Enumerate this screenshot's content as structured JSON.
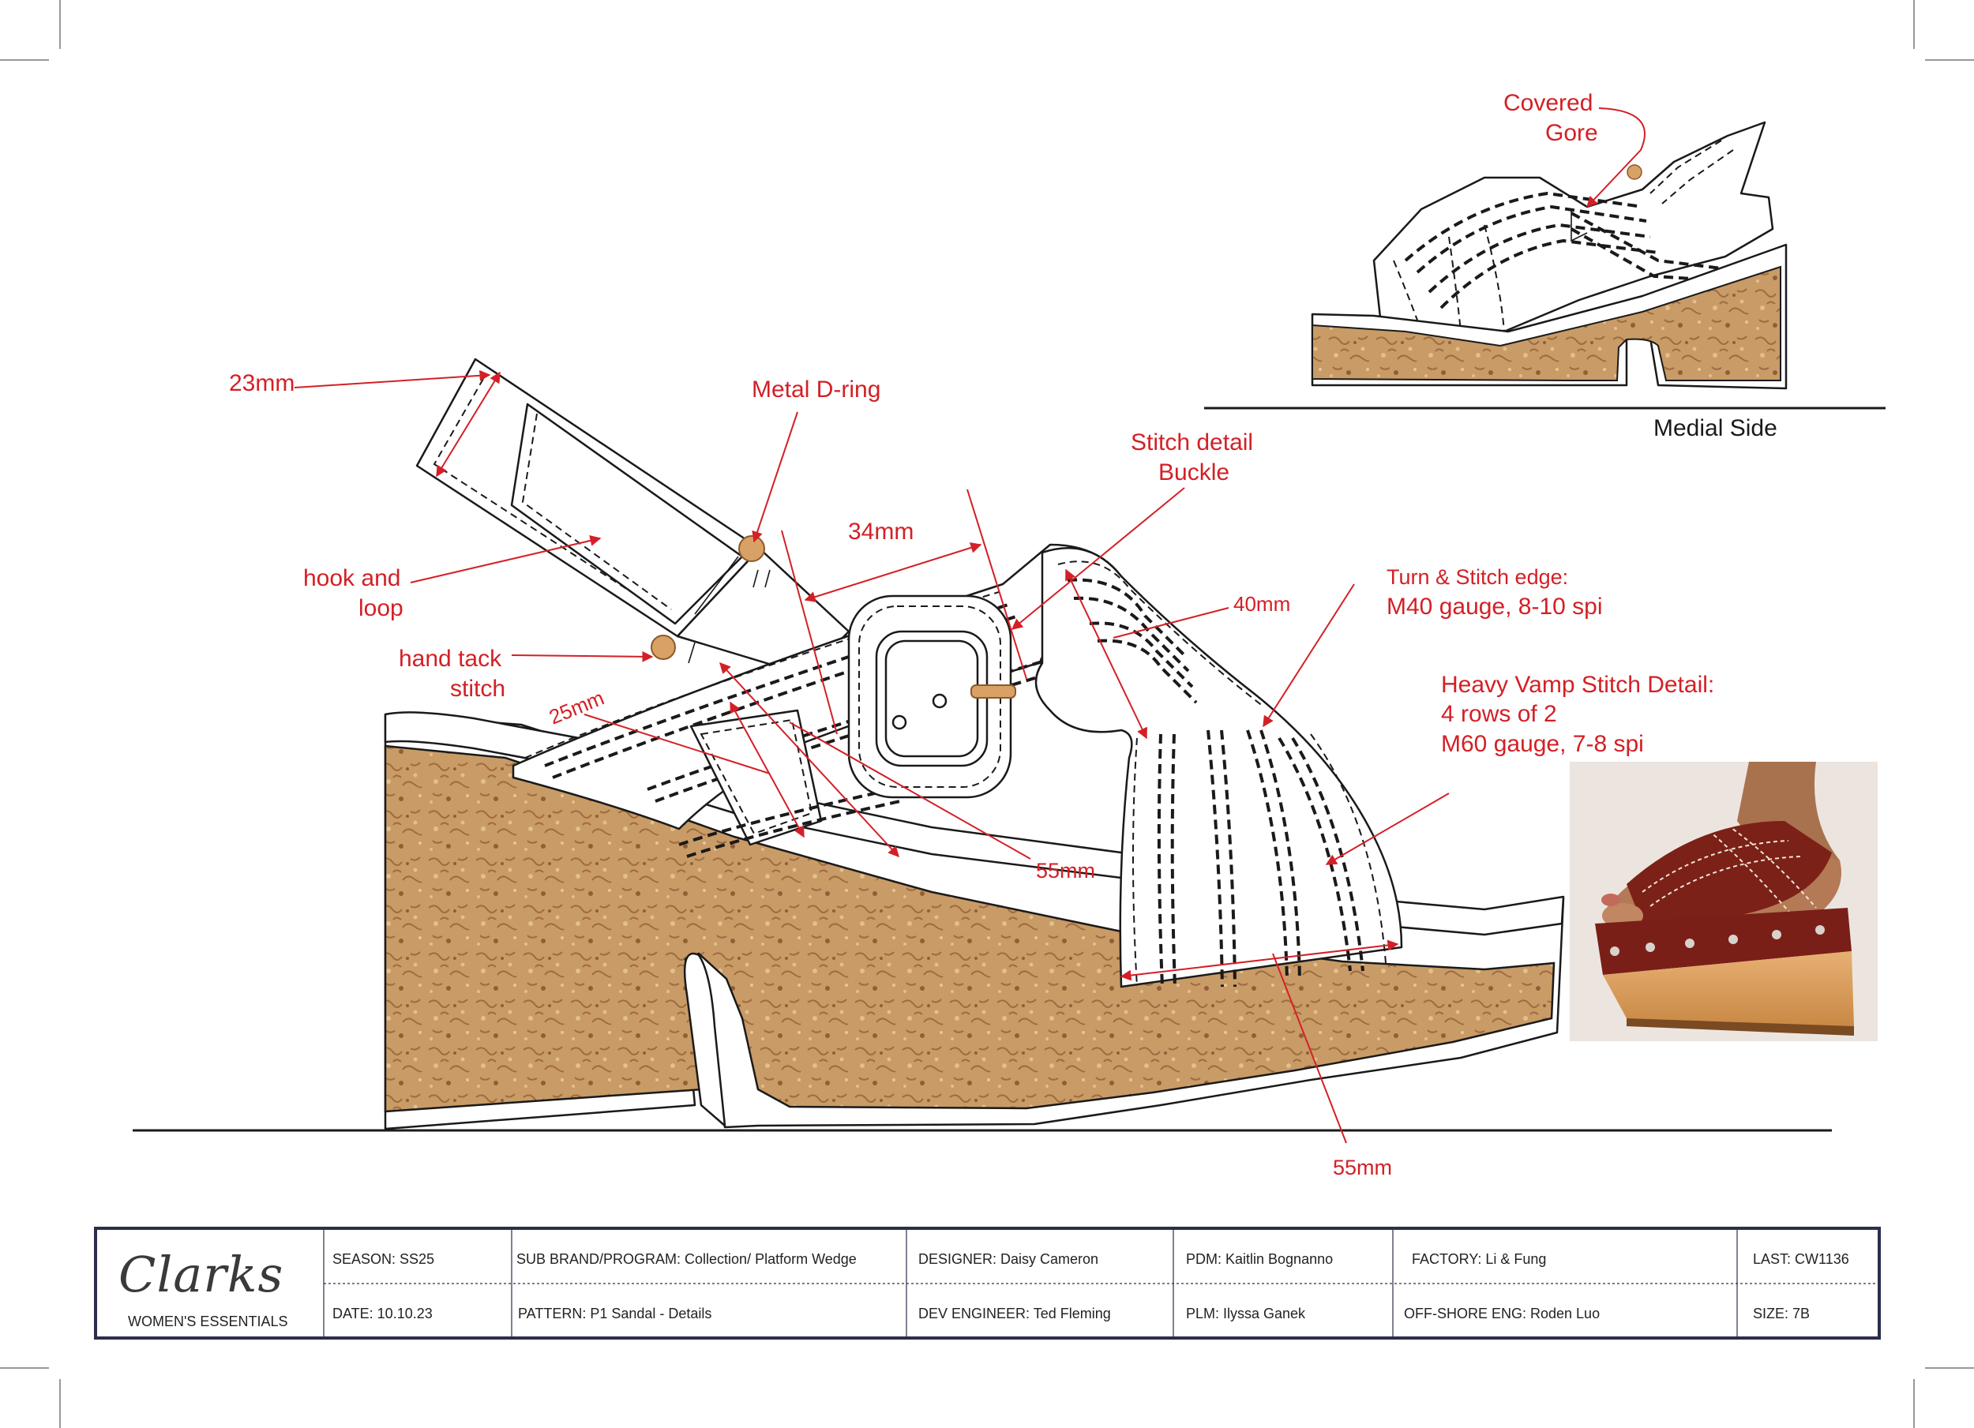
{
  "callouts": {
    "strap_width": "23mm",
    "metal_d_ring": "Metal D-ring",
    "stitch_detail_line1": "Stitch detail",
    "stitch_detail_line2": "Buckle",
    "strap_34": "34mm",
    "strap_40": "40mm",
    "hook_loop_line1": "hook and",
    "hook_loop_line2": "loop",
    "hand_tack_line1": "hand tack",
    "hand_tack_line2": "stitch",
    "strap_25": "25mm",
    "strap_55_upper": "55mm",
    "platform_55": "55mm",
    "turn_stitch_line1": "Turn & Stitch edge:",
    "turn_stitch_line2": "M40 gauge, 8-10 spi",
    "heavy_vamp_line1": "Heavy Vamp Stitch Detail:",
    "heavy_vamp_line2": "4 rows of 2",
    "heavy_vamp_line3": "M60 gauge, 7-8 spi",
    "covered_gore_line1": "Covered",
    "covered_gore_line2": "Gore",
    "medial_side": "Medial Side"
  },
  "colors": {
    "callout_red": "#d32026",
    "cork": "#c89a63",
    "cork_dark": "#a9774a",
    "brass": "#d9a165",
    "title_border": "#2b2f4a"
  },
  "reference_photo": {
    "icon": "reference-photo-red-clog-sandal"
  },
  "title_block": {
    "logo": "Clarks",
    "division": "WOMEN'S ESSENTIALS",
    "season": "SEASON: SS25",
    "date": "DATE:  10.10.23",
    "program": "SUB BRAND/PROGRAM: Collection/ Platform Wedge",
    "pattern": "PATTERN: P1 Sandal - Details",
    "designer": "DESIGNER:  Daisy Cameron",
    "dev_engineer": "DEV ENGINEER:  Ted Fleming",
    "pdm": "PDM:  Kaitlin Bognanno",
    "plm": "PLM: Ilyssa Ganek",
    "factory": "FACTORY:  Li & Fung",
    "offshore": "OFF-SHORE ENG: Roden Luo",
    "last": "LAST: CW1136",
    "size": "SIZE: 7B"
  }
}
